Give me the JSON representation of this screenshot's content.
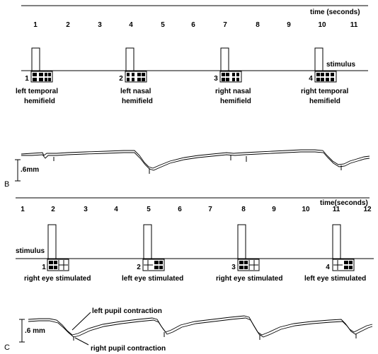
{
  "panel_top": {
    "time_label": "time (seconds)",
    "time_ticks": [
      "1",
      "2",
      "3",
      "4",
      "5",
      "6",
      "7",
      "8",
      "9",
      "10",
      "11"
    ],
    "stimulus_label": "stimulus",
    "stimuli": [
      {
        "number": "1",
        "caption_line1": "left temporal",
        "caption_line2": "hemifield"
      },
      {
        "number": "2",
        "caption_line1": "left nasal",
        "caption_line2": "hemifield"
      },
      {
        "number": "3",
        "caption_line1": "right nasal",
        "caption_line2": "hemifield"
      },
      {
        "number": "4",
        "caption_line1": "right temporal",
        "caption_line2": "hemifield"
      }
    ]
  },
  "panel_b": {
    "letter": "B",
    "scale_label": ".6mm"
  },
  "panel_c": {
    "letter": "C",
    "time_label": "time(seconds)",
    "time_ticks": [
      "1",
      "2",
      "3",
      "4",
      "5",
      "6",
      "7",
      "8",
      "9",
      "10",
      "11",
      "12"
    ],
    "stimulus_label": "stimulus",
    "stimuli": [
      {
        "number": "1",
        "caption": "right eye stimulated"
      },
      {
        "number": "2",
        "caption": "left eye stimulated"
      },
      {
        "number": "3",
        "caption": "right eye stimulated"
      },
      {
        "number": "4",
        "caption": "left eye stimulated"
      }
    ],
    "scale_label": ".6 mm",
    "annotation_left": "left pupil contraction",
    "annotation_right": "right pupil contraction"
  }
}
